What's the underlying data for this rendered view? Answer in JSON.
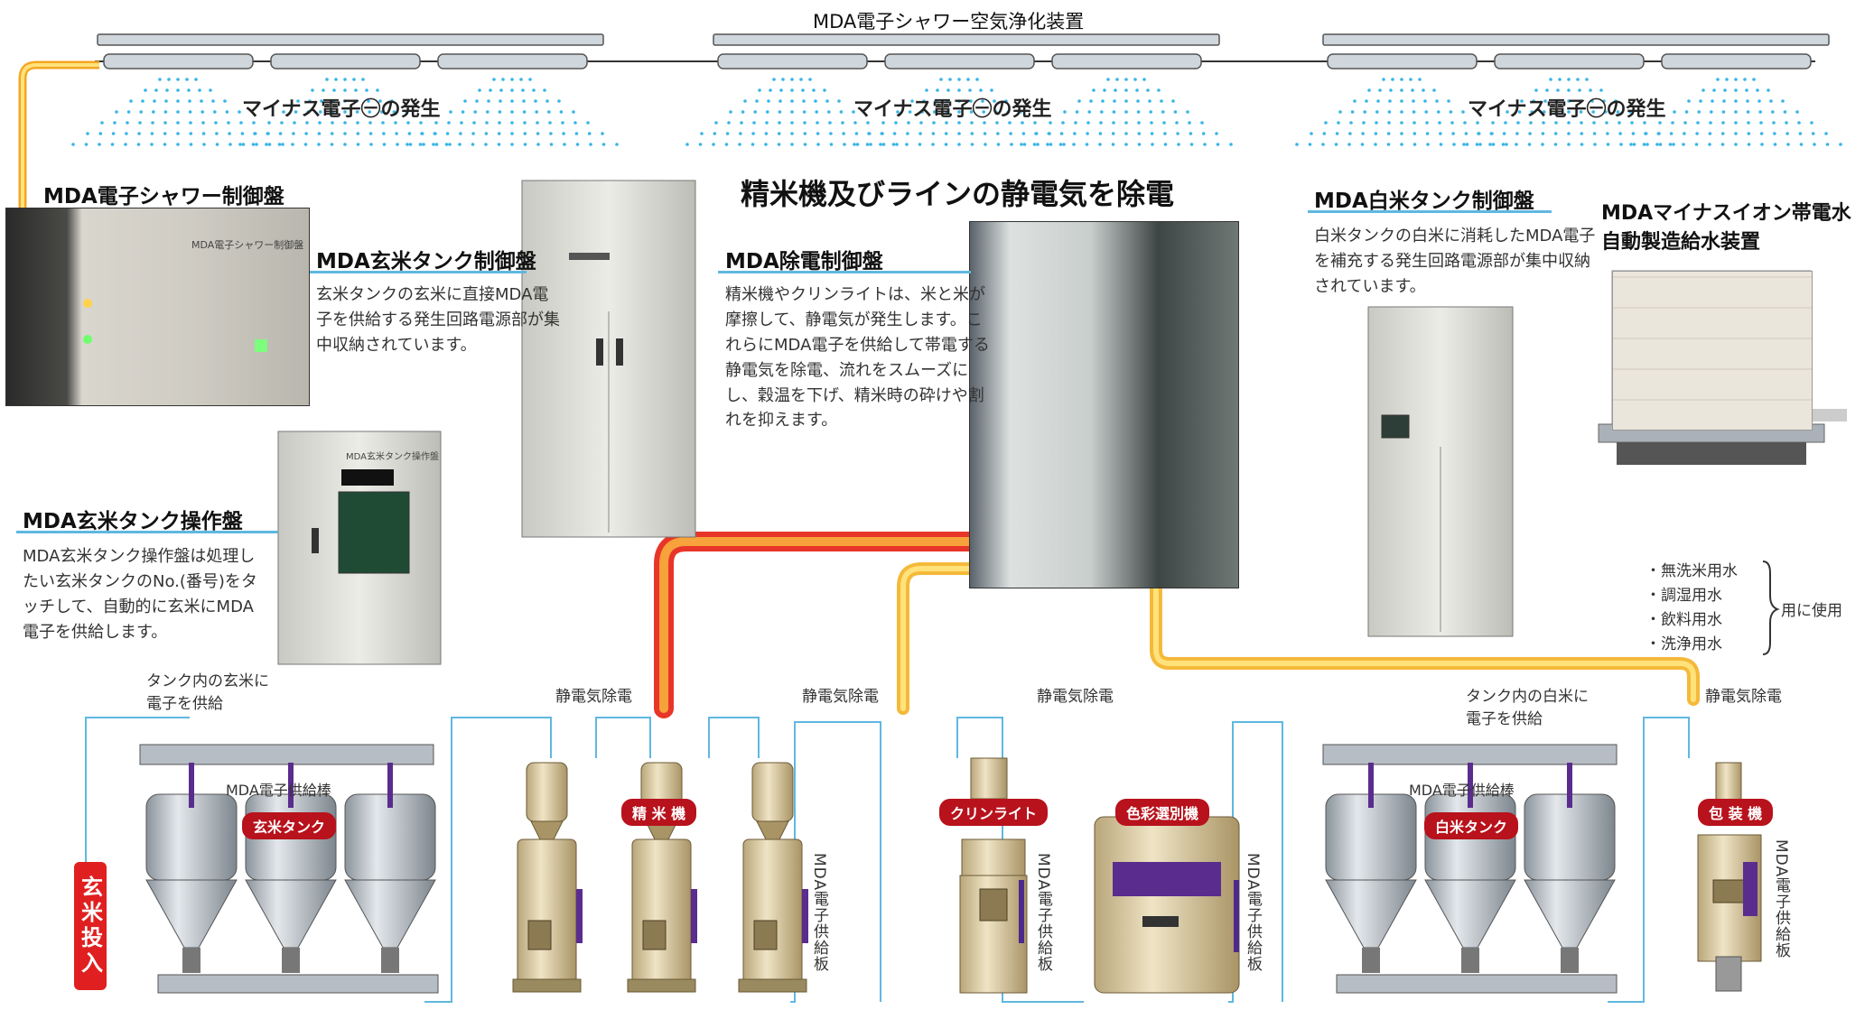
{
  "top_title": "MDA電子シャワー空気浄化装置",
  "minus_labels": [
    "マイナス電子㊀の発生",
    "マイナス電子㊀の発生",
    "マイナス電子㊀の発生"
  ],
  "main_heading": "精米機及びラインの静電気を除電",
  "shower_panel": {
    "title": "MDA電子シャワー制御盤",
    "photo_caption": "MDA電子シャワー制御盤"
  },
  "genmai_control": {
    "title": "MDA玄米タンク制御盤",
    "desc": "玄米タンクの玄米に直接MDA電子を供給する発生回路電源部が集中収納されています。"
  },
  "genmai_operation": {
    "title": "MDA玄米タンク操作盤",
    "desc": "MDA玄米タンク操作盤は処理したい玄米タンクのNo.(番号)をタッチして、自動的に玄米にMDA電子を供給します。",
    "plate": "MDA玄米タンク操作盤"
  },
  "jyoden": {
    "title": "MDA除電制御盤",
    "desc": "精米機やクリンライトは、米と米が摩擦して、静電気が発生します。これらにMDA電子を供給して帯電する静電気を除電、流れをスムーズにし、穀温を下げ、精米時の砕けや割れを抑えます。"
  },
  "hakumai_control": {
    "title": "MDA白米タンク制御盤",
    "desc": "白米タンクの白米に消耗したMDA電子を補充する発生回路電源部が集中収納されています。"
  },
  "water": {
    "title_line1": "MDAマイナスイオン帯電水",
    "title_line2": "自動製造給水装置",
    "uses": [
      "・無洗米用水",
      "・調湿用水",
      "・飲料用水",
      "・洗浄用水"
    ],
    "uses_suffix": "用に使用"
  },
  "bottom_labels": {
    "genmai_supply": [
      "タンク内の玄米に",
      "電子を供給"
    ],
    "hakumai_supply": [
      "タンク内の白米に",
      "電子を供給"
    ],
    "static": [
      "静電気除電",
      "静電気除電",
      "静電気除電",
      "静電気除電"
    ],
    "supply_rod": [
      "MDA電子供給棒",
      "MDA電子供給棒"
    ],
    "supply_plate": "MDA電子供給板"
  },
  "machines": {
    "genmai_tank": "玄米タンク",
    "seimai": "精 米 機",
    "clean": "クリンライト",
    "color": "色彩選別機",
    "hakumai_tank": "白米タンク",
    "packing": "包 装 機"
  },
  "genmai_input": "玄米投入",
  "colors": {
    "pipe_red": "#e8352a",
    "pipe_orange": "#f7a23a",
    "pipe_yellow": "#ffe27a",
    "line_blue": "#5fb8e0",
    "dot_blue": "#39b5e6",
    "tag_red": "#b8121c"
  }
}
